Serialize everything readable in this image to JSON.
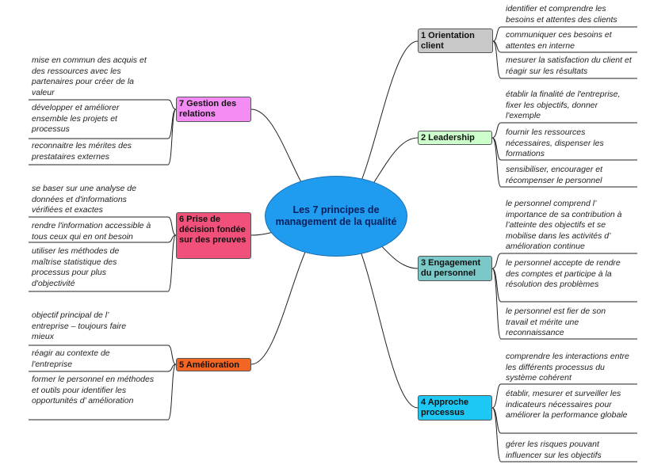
{
  "center": {
    "title": "Les 7 principes de management de la qualité",
    "color": "#1f9bf0"
  },
  "branches": [
    {
      "id": "b1",
      "label": "1 Orientation client",
      "color": "#c8c8c8",
      "leaves": [
        "identifier et comprendre les besoins et attentes des clients",
        "communiquer ces besoins et attentes en interne",
        "mesurer la satisfaction du client et réagir sur les résultats"
      ]
    },
    {
      "id": "b2",
      "label": "2 Leadership",
      "color": "#ccffcc",
      "leaves": [
        "établir la finalité de l'entreprise, fixer les objectifs, donner l'exemple",
        "fournir les ressources nécessaires, dispenser les formations",
        "sensibiliser, encourager et récompenser le personnel"
      ]
    },
    {
      "id": "b3",
      "label": "3 Engagement du personnel",
      "color": "#7ac8c8",
      "leaves": [
        "le personnel comprend l’ importance de sa contribution à l’atteinte des objectifs et se mobilise dans les activités d’ amélioration continue",
        "le personnel accepte de rendre des comptes et participe à la résolution des problèmes",
        "le personnel est fier de son travail et mérite une reconnaissance"
      ]
    },
    {
      "id": "b4",
      "label": "4 Approche processus",
      "color": "#1ec8f5",
      "leaves": [
        "comprendre les interactions entre les différents processus du système cohérent",
        "établir, mesurer et surveiller les indicateurs nécessaires pour améliorer la performance globale",
        "gérer les risques pouvant influencer sur les objectifs"
      ]
    },
    {
      "id": "b5",
      "label": "5 Amélioration",
      "color": "#f26522",
      "leaves": [
        "objectif principal de l’ entreprise – toujours faire mieux",
        "réagir au contexte de l'entreprise",
        "former le personnel en méthodes et outils pour identifier les opportunités  d’ amélioration"
      ]
    },
    {
      "id": "b6",
      "label": "6 Prise de décision fondée sur des preuves",
      "color": "#f0507a",
      "leaves": [
        "se baser sur une analyse de données et d'informations vérifiées et exactes",
        "rendre l'information accessible à tous ceux qui en ont besoin",
        "utiliser les méthodes de maîtrise statistique des processus pour plus d'objectivité"
      ]
    },
    {
      "id": "b7",
      "label": "7 Gestion des relations",
      "color": "#f58cf5",
      "leaves": [
        "mise en commun des acquis et des ressources avec les partenaires pour créer de la valeur",
        "développer et améliorer ensemble les projets et processus",
        "reconnaitre les mérites des prestataires externes"
      ]
    }
  ]
}
